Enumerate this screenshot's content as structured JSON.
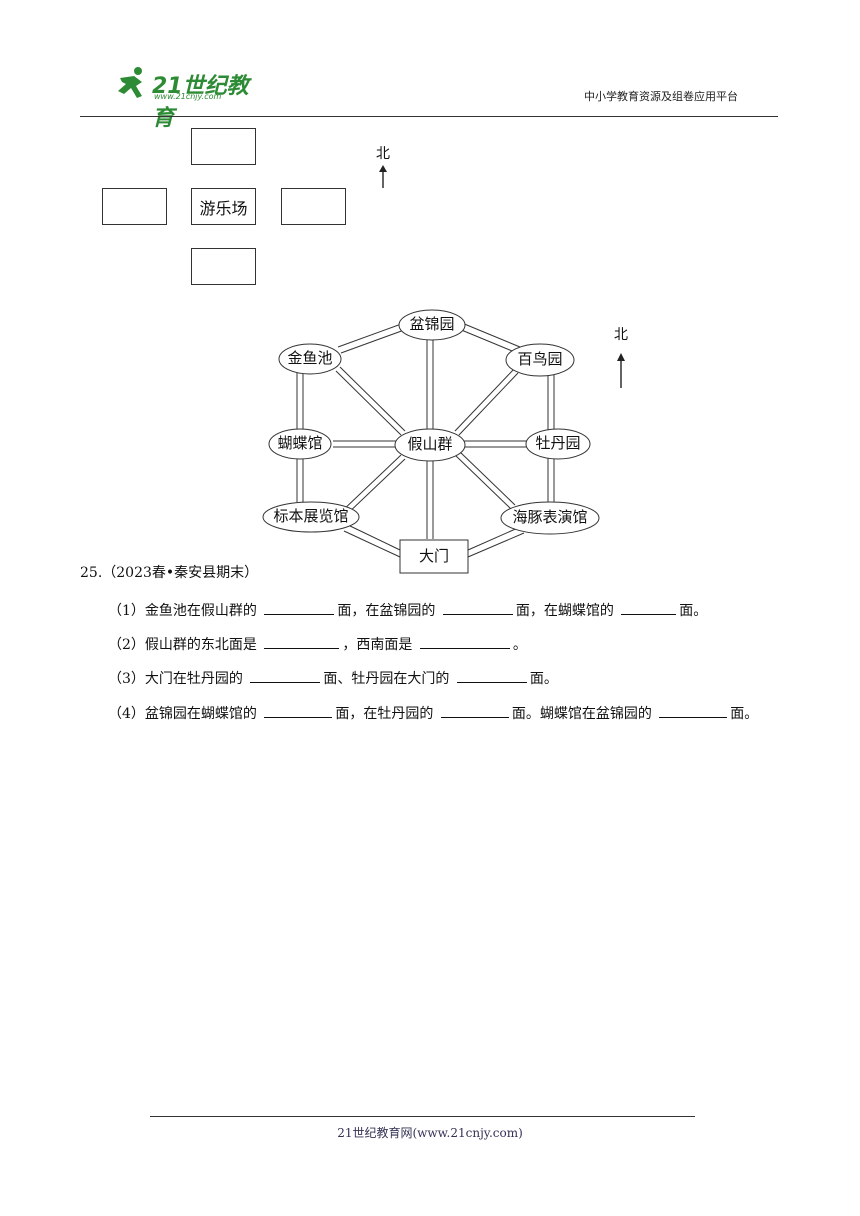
{
  "header": {
    "logo_text": "21世纪教育",
    "logo_url": "www.21cnjy.com",
    "platform": "中小学教育资源及组卷应用平台"
  },
  "diagram1": {
    "center_label": "游乐场",
    "north_label": "北"
  },
  "diagram2": {
    "north_label": "北",
    "nodes": {
      "penjinyuan": "盆锦园",
      "jinyuchi": "金鱼池",
      "bainiaoyuan": "百鸟园",
      "hudieguan": "蝴蝶馆",
      "jiashanqun": "假山群",
      "mudanyuan": "牡丹园",
      "biaoben": "标本展览馆",
      "haitun": "海豚表演馆",
      "damen": "大门"
    }
  },
  "question": {
    "number": "25.（2023春•秦安县期末）",
    "q1": {
      "a": "（1）金鱼池在假山群的",
      "b": "面，在盆锦园的",
      "c": "面，在蝴蝶馆的",
      "d": "面。"
    },
    "q2": {
      "a": "（2）假山群的东北面是",
      "b": "，西南面是",
      "c": "。"
    },
    "q3": {
      "a": "（3）大门在牡丹园的",
      "b": "面、牡丹园在大门的",
      "c": "面。"
    },
    "q4": {
      "a": "（4）盆锦园在蝴蝶馆的",
      "b": "面，在牡丹园的",
      "c": "面。蝴蝶馆在盆锦园的",
      "d": "面。"
    }
  },
  "footer": {
    "text": "21世纪教育网(www.21cnjy.com)"
  }
}
